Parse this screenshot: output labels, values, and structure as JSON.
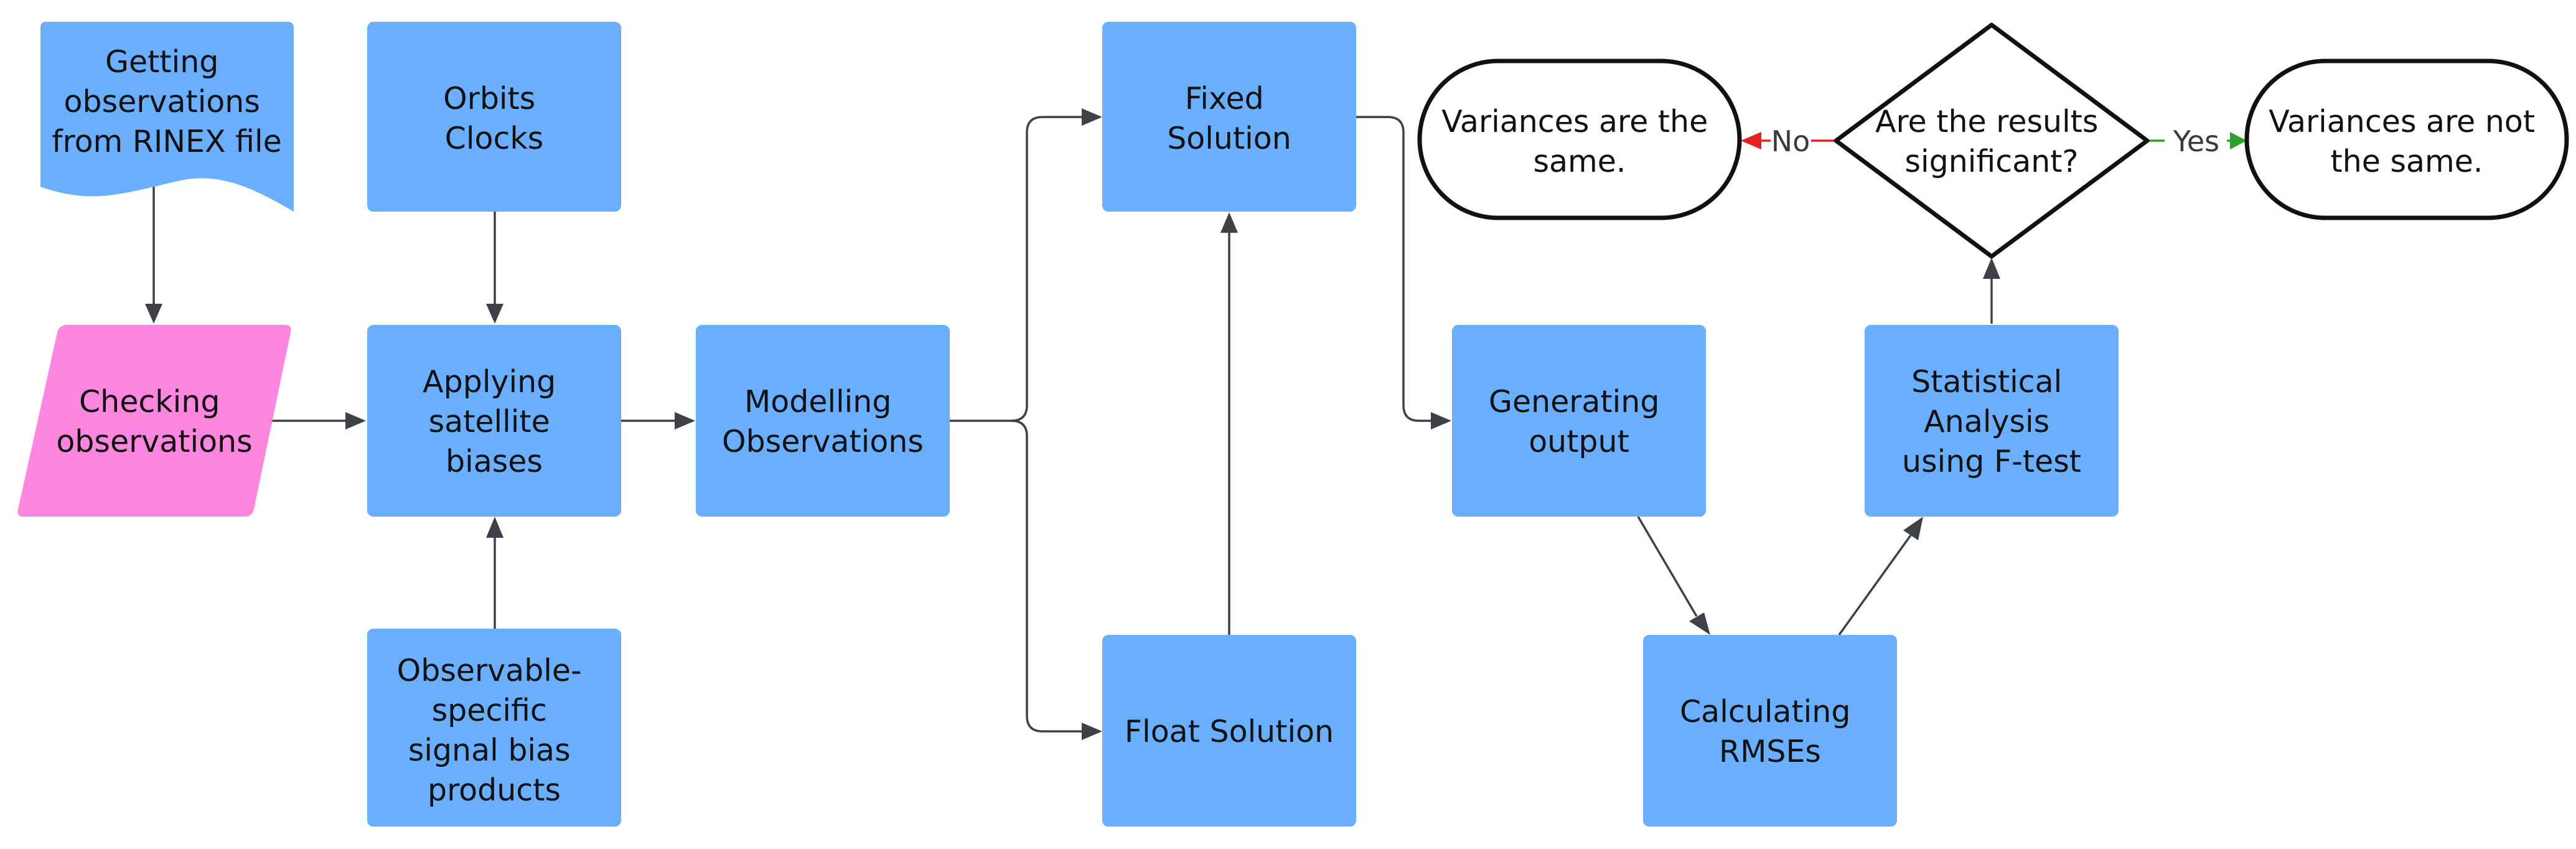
{
  "colors": {
    "process_fill": "#6aafff",
    "input_fill": "#ff86df",
    "terminal_fill": "#ffffff",
    "outline": "#111111",
    "edge": "#3d4148",
    "no_color": "#e52222",
    "yes_color": "#29a329"
  },
  "nodes": {
    "rinex": {
      "lines": [
        "Getting",
        "observations",
        "from RINEX file"
      ]
    },
    "checking": {
      "lines": [
        "Checking",
        "observations"
      ]
    },
    "orbits": {
      "lines": [
        "Orbits",
        "Clocks"
      ]
    },
    "applying": {
      "lines": [
        "Applying",
        "satellite",
        "biases"
      ]
    },
    "osb": {
      "lines": [
        "Observable-",
        "specific",
        "signal bias",
        "products"
      ]
    },
    "modelling": {
      "lines": [
        "Modelling",
        "Observations"
      ]
    },
    "fixed": {
      "lines": [
        "Fixed",
        "Solution"
      ]
    },
    "float": {
      "lines": [
        "Float Solution"
      ]
    },
    "generating": {
      "lines": [
        "Generating",
        "output"
      ]
    },
    "rmse": {
      "lines": [
        "Calculating",
        "RMSEs"
      ]
    },
    "stat": {
      "lines": [
        "Statistical",
        "Analysis",
        "using F-test"
      ]
    },
    "decision": {
      "lines": [
        "Are the results",
        "significant?"
      ]
    },
    "same": {
      "lines": [
        "Variances are the",
        "same."
      ]
    },
    "notsame": {
      "lines": [
        "Variances are not",
        "the same."
      ]
    }
  },
  "edges": {
    "no_label": "No",
    "yes_label": "Yes"
  }
}
